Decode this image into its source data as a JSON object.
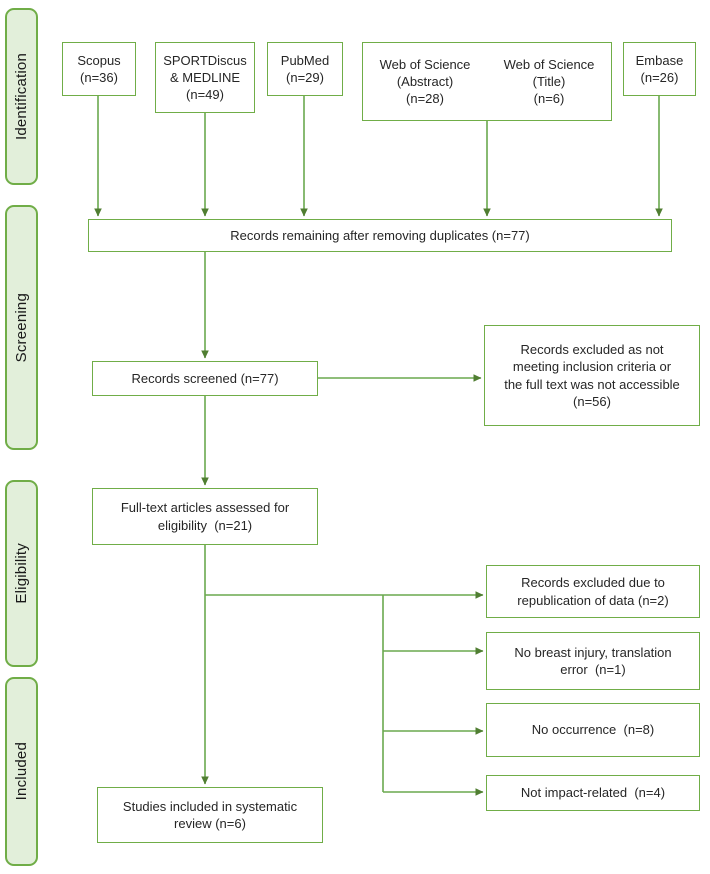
{
  "colors": {
    "box_border": "#70ad47",
    "stage_fill": "#e2efda",
    "line": "#6aa84f",
    "arrowhead": "#507e32",
    "text": "#262626"
  },
  "stages": [
    {
      "label": "Identification"
    },
    {
      "label": "Screening"
    },
    {
      "label": "Eligibility"
    },
    {
      "label": "Included"
    }
  ],
  "sources": {
    "scopus": "Scopus\n(n=36)",
    "sportdiscus": "SPORTDiscus\n& MEDLINE\n(n=49)",
    "pubmed": "PubMed\n(n=29)",
    "wos_abstract": "Web of Science\n(Abstract)\n(n=28)",
    "wos_title": "Web of Science\n(Title)\n(n=6)",
    "embase": "Embase\n(n=26)"
  },
  "flow": {
    "duplicates": "Records remaining after removing duplicates (n=77)",
    "screened": "Records screened (n=77)",
    "fulltext": "Full-text articles assessed for\neligibility  (n=21)",
    "included": "Studies included in systematic\nreview (n=6)"
  },
  "exclusions": {
    "screening_excluded": "Records excluded as not\nmeeting inclusion criteria or\nthe full text was not accessible\n(n=56)",
    "republication": "Records excluded due to\nrepublication of data (n=2)",
    "no_breast_injury": "No breast injury, translation\nerror  (n=1)",
    "no_occurrence": "No occurrence  (n=8)",
    "not_impact_related": "Not impact-related  (n=4)"
  }
}
